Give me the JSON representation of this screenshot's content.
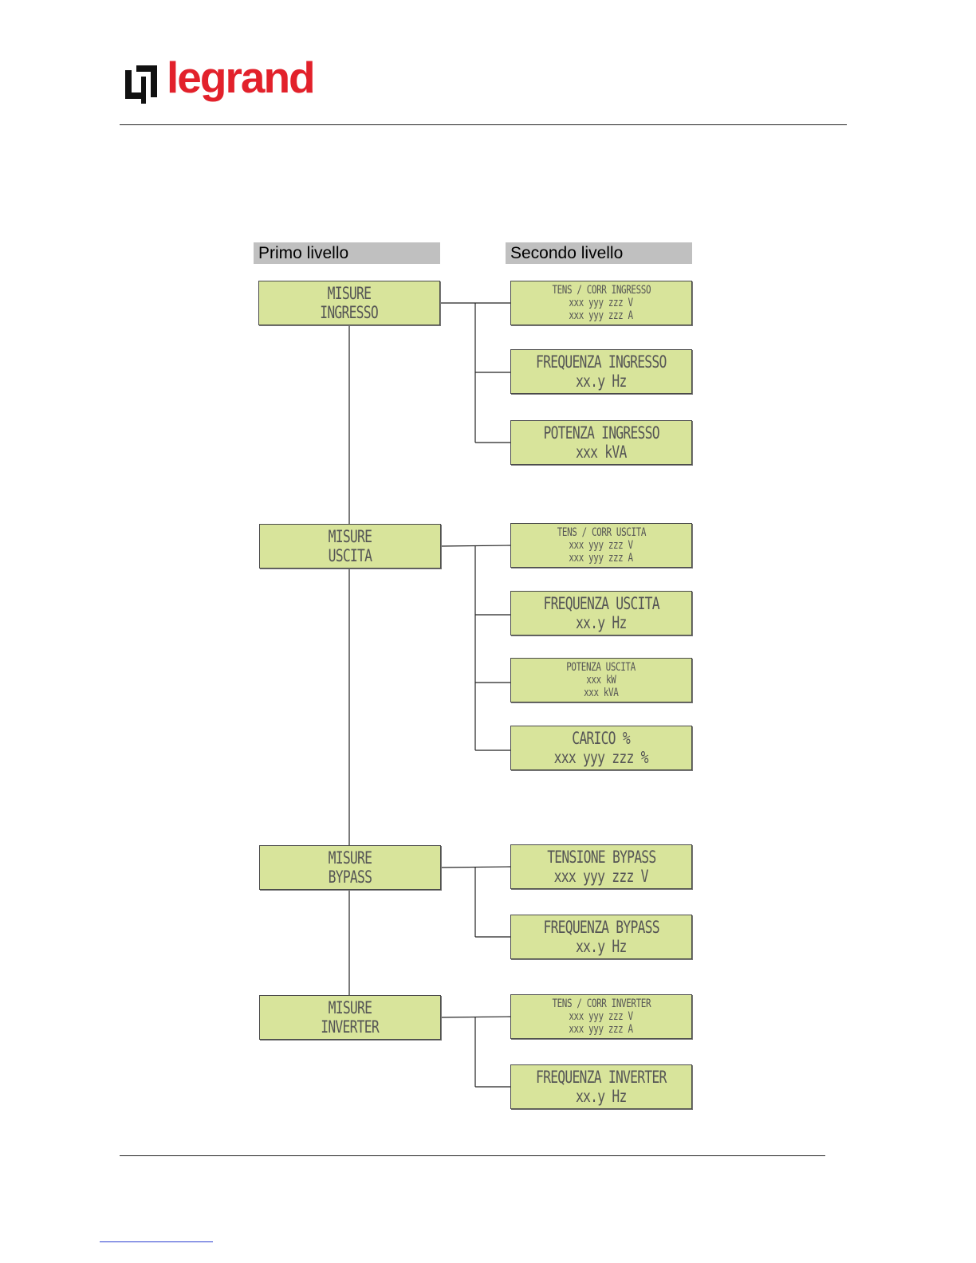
{
  "brand": {
    "name": "legrand",
    "color": "#e2212b"
  },
  "headers": {
    "first_level": "Primo livello",
    "second_level": "Secondo livello"
  },
  "lcd_color": "#d8e49b",
  "first_level": [
    {
      "id": "ingresso",
      "lines": [
        "MISURE",
        "INGRESSO"
      ]
    },
    {
      "id": "uscita",
      "lines": [
        "MISURE",
        "USCITA"
      ]
    },
    {
      "id": "bypass",
      "lines": [
        "MISURE",
        "BYPASS"
      ]
    },
    {
      "id": "inverter",
      "lines": [
        "MISURE",
        "INVERTER"
      ]
    }
  ],
  "second_level": [
    {
      "parent": "ingresso",
      "lines": [
        "TENS / CORR INGRESSO",
        "xxx yyy zzz V",
        "xxx yyy zzz A"
      ]
    },
    {
      "parent": "ingresso",
      "lines": [
        "FREQUENZA INGRESSO",
        "xx.y Hz"
      ]
    },
    {
      "parent": "ingresso",
      "lines": [
        "POTENZA INGRESSO",
        "xxx kVA"
      ]
    },
    {
      "parent": "uscita",
      "lines": [
        "TENS / CORR USCITA",
        "xxx yyy zzz V",
        "xxx yyy zzz A"
      ]
    },
    {
      "parent": "uscita",
      "lines": [
        "FREQUENZA USCITA",
        "xx.y Hz"
      ]
    },
    {
      "parent": "uscita",
      "lines": [
        "POTENZA USCITA",
        "xxx kW",
        "xxx kVA"
      ]
    },
    {
      "parent": "uscita",
      "lines": [
        "CARICO %",
        "xxx yyy zzz %"
      ]
    },
    {
      "parent": "bypass",
      "lines": [
        "TENSIONE BYPASS",
        "xxx yyy zzz V"
      ]
    },
    {
      "parent": "bypass",
      "lines": [
        "FREQUENZA BYPASS",
        "xx.y Hz"
      ]
    },
    {
      "parent": "inverter",
      "lines": [
        "TENS / CORR INVERTER",
        "xxx yyy zzz V",
        "xxx yyy zzz A"
      ]
    },
    {
      "parent": "inverter",
      "lines": [
        "FREQUENZA INVERTER",
        "xx.y Hz"
      ]
    }
  ]
}
